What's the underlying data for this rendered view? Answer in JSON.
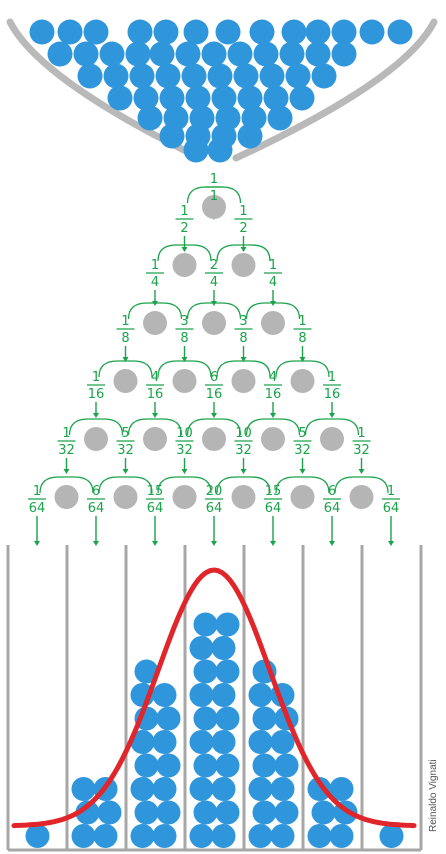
{
  "colors": {
    "ball": "#2f96dc",
    "peg": "#b5b5b5",
    "curve": "#e0262a",
    "fraction": "#1aa34a",
    "funnel": "#b9b9b9",
    "divider": "#a7a7a7"
  },
  "credit": "Reinaldo Vignati",
  "rows": [
    {
      "num": [
        "1"
      ],
      "den": [
        "1"
      ]
    },
    {
      "num": [
        "1",
        "1"
      ],
      "den": [
        "2",
        "2"
      ]
    },
    {
      "num": [
        "1",
        "2",
        "1"
      ],
      "den": [
        "4",
        "4",
        "4"
      ]
    },
    {
      "num": [
        "1",
        "3",
        "3",
        "1"
      ],
      "den": [
        "8",
        "8",
        "8",
        "8"
      ]
    },
    {
      "num": [
        "1",
        "4",
        "6",
        "4",
        "1"
      ],
      "den": [
        "16",
        "16",
        "16",
        "16",
        "16"
      ]
    },
    {
      "num": [
        "1",
        "5",
        "10",
        "10",
        "5",
        "1"
      ],
      "den": [
        "32",
        "32",
        "32",
        "32",
        "32",
        "32"
      ]
    },
    {
      "num": [
        "1",
        "6",
        "15",
        "20",
        "15",
        "6",
        "1"
      ],
      "den": [
        "64",
        "64",
        "64",
        "64",
        "64",
        "64",
        "64"
      ]
    }
  ],
  "bin_counts": [
    1,
    6,
    15,
    20,
    15,
    6,
    1
  ]
}
